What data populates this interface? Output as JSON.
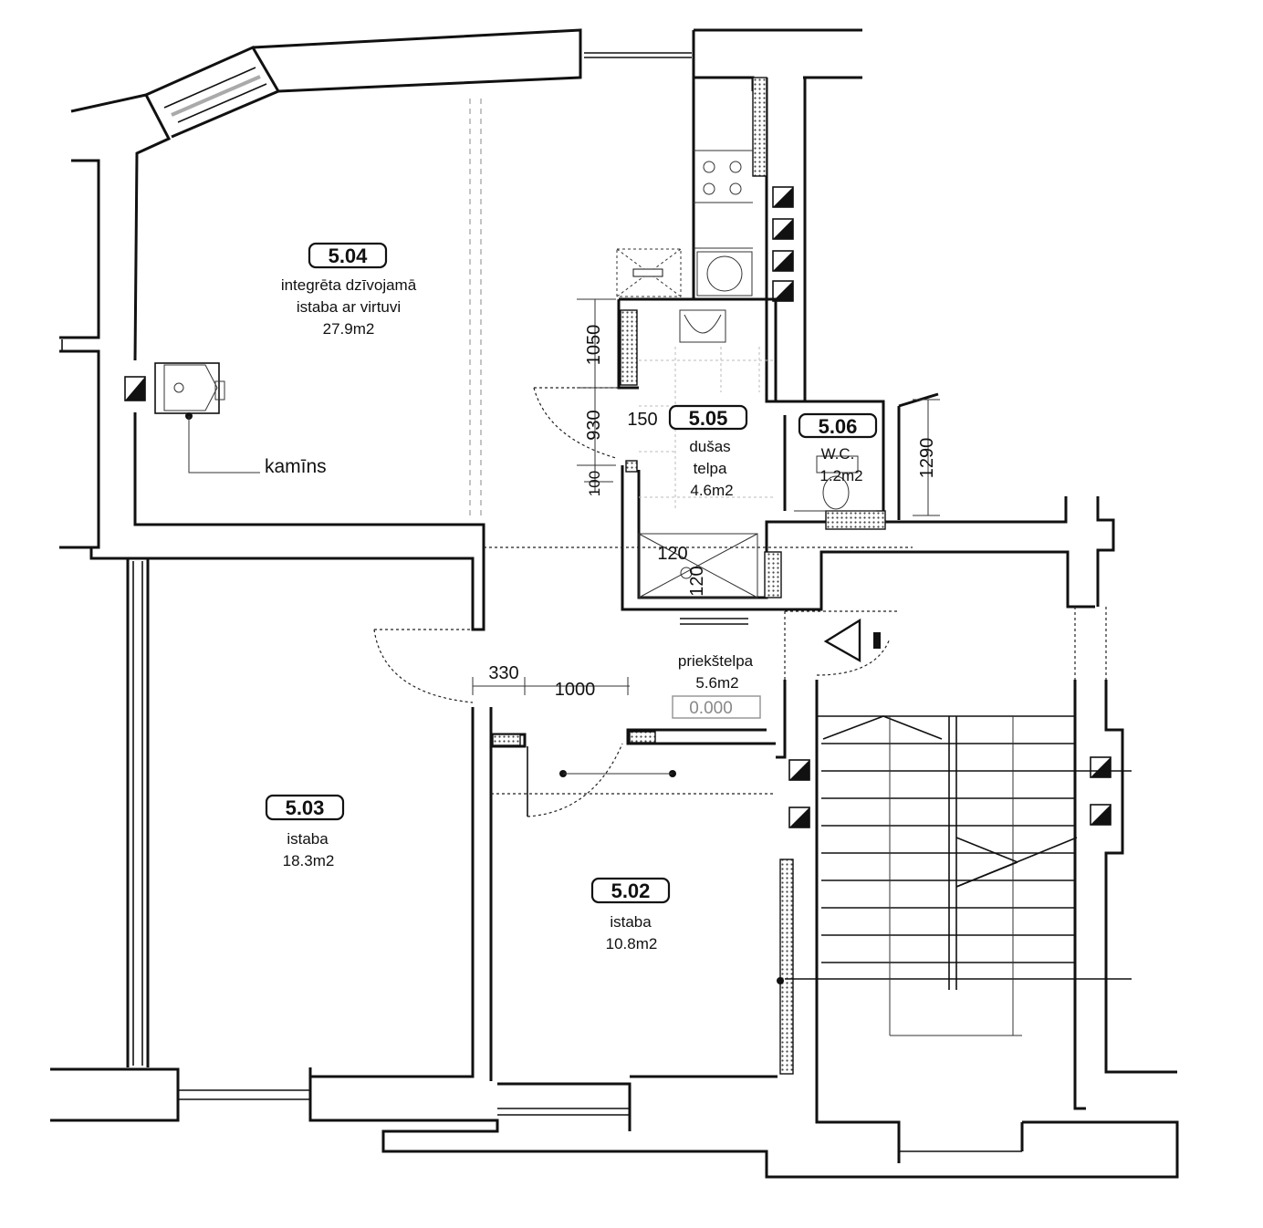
{
  "rooms": {
    "r504": {
      "id": "5.04",
      "line1": "integrēta dzīvojamā",
      "line2": "istaba ar virtuvi",
      "area": "27.9m2"
    },
    "r505": {
      "id": "5.05",
      "line1": "dušas",
      "line2": "telpa",
      "area": "4.6m2"
    },
    "r506": {
      "id": "5.06",
      "line1": "W.C.",
      "area": "1.2m2"
    },
    "r503": {
      "id": "5.03",
      "line1": "istaba",
      "area": "18.3m2"
    },
    "r502": {
      "id": "5.02",
      "line1": "istaba",
      "area": "10.8m2"
    },
    "hall": {
      "line1": "priekštelpa",
      "area": "5.6m2",
      "level": "0.000"
    }
  },
  "annotations": {
    "fireplace": "kamīns"
  },
  "dimensions": {
    "d1050": "1050",
    "d930": "930",
    "d100": "100",
    "d150": "150",
    "d1290": "1290",
    "d120a": "120",
    "d120b": "120",
    "d330": "330",
    "d1000": "1000"
  },
  "colors": {
    "ink": "#111111",
    "background": "#ffffff"
  }
}
